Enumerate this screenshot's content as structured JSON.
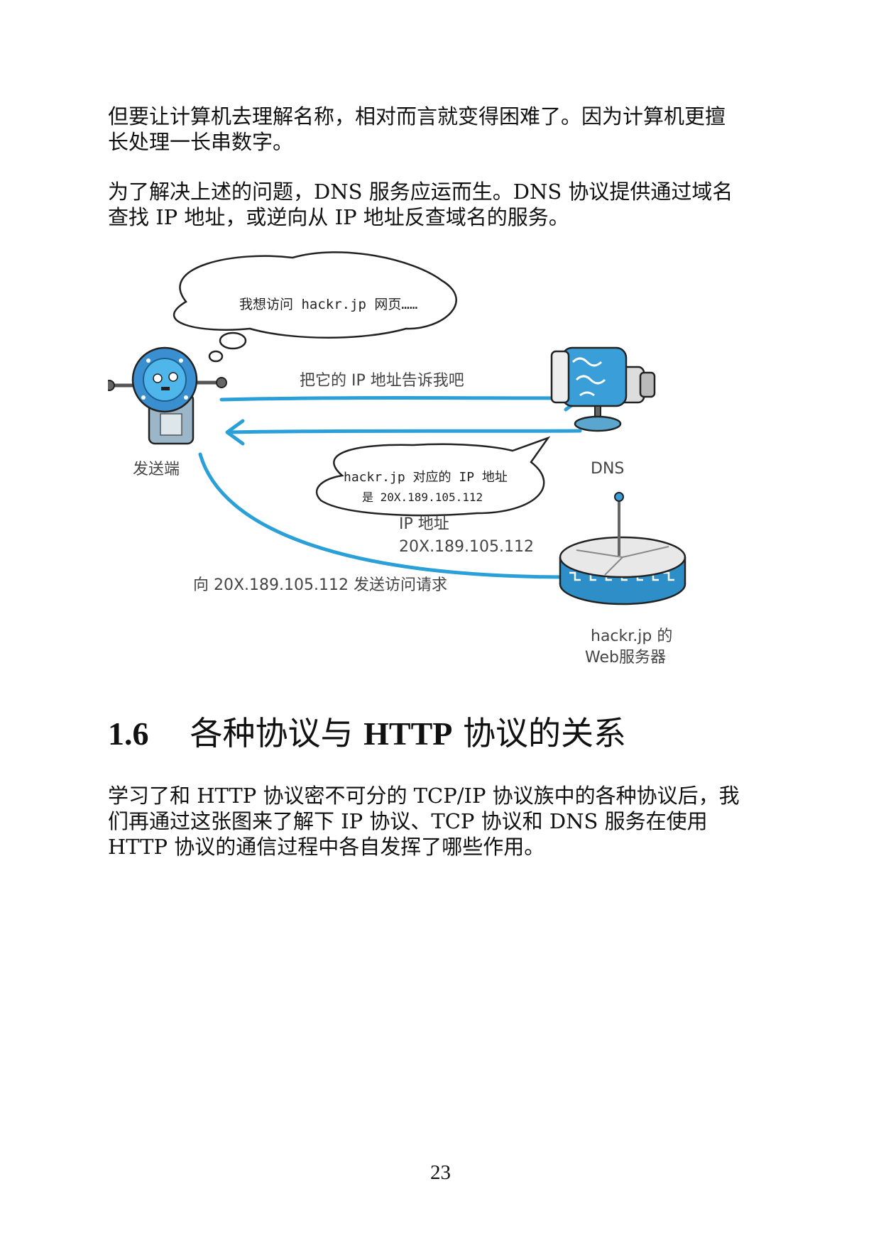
{
  "paragraphs": {
    "p1": [
      "但要让计算机去理解名称，相对而言就变得困难了。因为计算机更擅",
      "长处理一长串数字。"
    ],
    "p2": [
      "为了解决上述的问题，DNS 服务应运而生。DNS 协议提供通过域名",
      "查找 IP 地址，或逆向从 IP 地址反查域名的服务。"
    ],
    "p3": [
      "学习了和 HTTP 协议密不可分的 TCP/IP 协议族中的各种协议后，我",
      "们再通过这张图来了解下 IP 协议、TCP 协议和 DNS 服务在使用",
      "HTTP 协议的通信过程中各自发挥了哪些作用。"
    ]
  },
  "figure": {
    "thought_bubble": "我想访问 hackr.jp 网页……",
    "arrow_request_label": "把它的 IP 地址告诉我吧",
    "sender_label": "发送端",
    "dns_label": "DNS",
    "reply_bubble_line1": "hackr.jp 对应的 IP 地址",
    "reply_bubble_line2": "是 20X.189.105.112",
    "ip_label_line1": "IP 地址",
    "ip_label_line2": "20X.189.105.112",
    "send_request_label": "向 20X.189.105.112 发送访问请求",
    "server_label_line1": "hackr.jp 的",
    "server_label_line2": "Web服务器",
    "arrow_color": "#2a9fd8"
  },
  "section": {
    "number": "1.6",
    "title_part1": "各种协议与",
    "title_bold": "HTTP",
    "title_part2": "协议的关系"
  },
  "page_number": "23"
}
